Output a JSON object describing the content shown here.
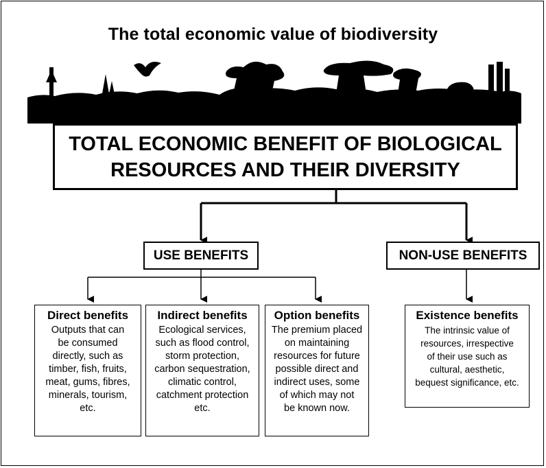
{
  "title": "The total economic value of biodiversity",
  "root": {
    "line1": "TOTAL ECONOMIC BENEFIT OF BIOLOGICAL",
    "line2": "RESOURCES AND THEIR DIVERSITY"
  },
  "categories": [
    {
      "label": "USE BENEFITS"
    },
    {
      "label": "NON-USE BENEFITS"
    }
  ],
  "benefits": [
    {
      "heading": "Direct benefits",
      "lines": [
        "Outputs that can",
        "be consumed",
        "directly, such as",
        "timber, fish, fruits,",
        "meat, gums, fibres,",
        "minerals, tourism,",
        "etc."
      ]
    },
    {
      "heading": "Indirect benefits",
      "lines": [
        "Ecological services,",
        "such as flood control,",
        "storm protection,",
        "carbon sequestration,",
        "climatic control,",
        "catchment protection",
        "etc."
      ]
    },
    {
      "heading": "Option benefits",
      "lines": [
        "The premium placed",
        "on maintaining",
        "resources for future",
        "possible direct and",
        "indirect uses, some",
        "of which may not",
        "be known now."
      ]
    },
    {
      "heading": "Existence benefits",
      "lines": [
        "The intrinsic value of",
        "resources,  irrespective",
        "of their use such  as",
        "cultural, aesthetic,",
        "bequest significance, etc."
      ]
    }
  ],
  "colors": {
    "ink": "#000000",
    "background": "#ffffff"
  }
}
